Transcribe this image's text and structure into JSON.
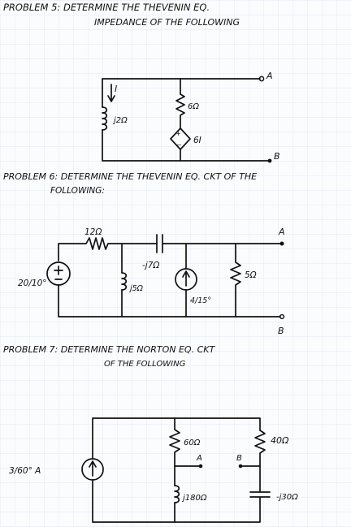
{
  "problems": [
    {
      "title_line1": "PROBLEM 5: DETERMINE THE THEVENIN EQ.",
      "title_line2": "IMPEDANCE OF THE FOLLOWING",
      "labels": {
        "current": "I",
        "inductor": "j2Ω",
        "resistor": "6Ω",
        "dependent_source": "6I",
        "terminal_a": "A",
        "terminal_b": "B"
      }
    },
    {
      "title_line1": "PROBLEM 6: DETERMINE THE THEVENIN EQ. CKT OF THE",
      "title_line2": "FOLLOWING:",
      "labels": {
        "voltage_source": "20/10°",
        "resistor_12": "12Ω",
        "capacitor": "-j7Ω",
        "inductor": "j5Ω",
        "current_source": "4/15°",
        "resistor_5": "5Ω",
        "terminal_a": "A",
        "terminal_b": "B"
      }
    },
    {
      "title_line1": "PROBLEM 7: DETERMINE THE NORTON EQ. CKT",
      "title_line2": "OF THE FOLLOWING",
      "labels": {
        "current_source": "3/60° A",
        "resistor_60": "60Ω",
        "resistor_40": "40Ω",
        "inductor": "j180Ω",
        "capacitor": "-j30Ω",
        "terminal_a": "A",
        "terminal_b": "B"
      }
    }
  ]
}
